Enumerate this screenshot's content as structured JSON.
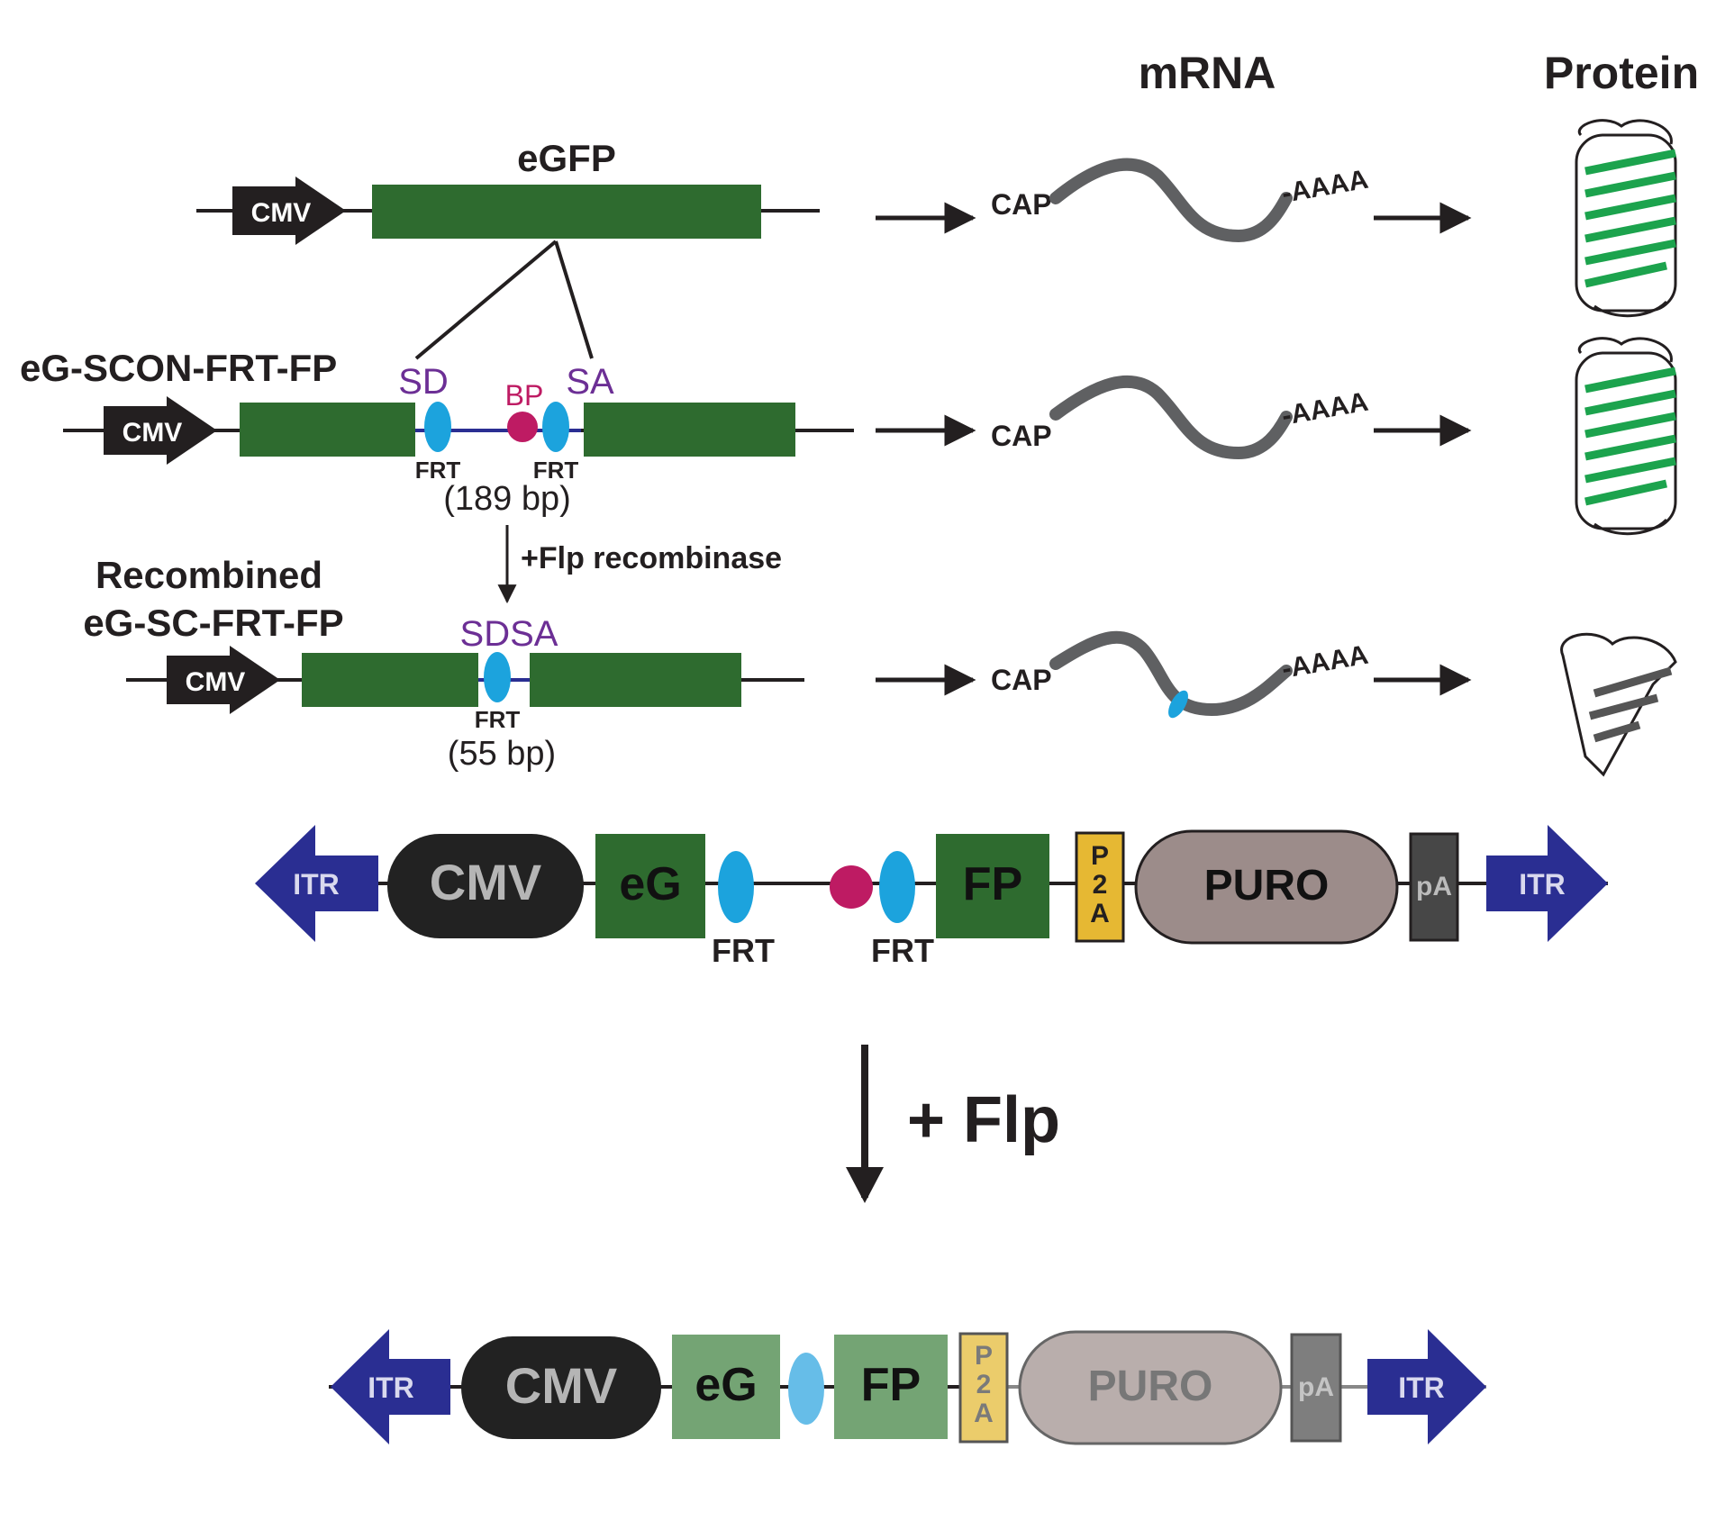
{
  "colors": {
    "gene_green": "#2e6b2f",
    "gene_green_light": "#74a474",
    "frt_blue": "#1ca3dd",
    "frt_blue_light": "#66bde8",
    "bp_magenta": "#be1b63",
    "splice_purple": "#6c2f95",
    "itr_navy": "#2a2e92",
    "cmv_black": "#222222",
    "p2a_yellow": "#e6b833",
    "puro_mauve": "#9c8c8a",
    "pa_gray": "#474747",
    "mrna_gray": "#5f6062"
  },
  "headers": {
    "mrna": "mRNA",
    "protein": "Protein"
  },
  "row1": {
    "gene_label": "eGFP",
    "promoter": "CMV",
    "cap": "CAP",
    "polya": "-AAAA"
  },
  "row2": {
    "construct_name": "eG-SCON-FRT-FP",
    "promoter": "CMV",
    "sd": "SD",
    "bp": "BP",
    "sa": "SA",
    "frt_left": "FRT",
    "frt_right": "FRT",
    "intron_size": "(189 bp)",
    "cap": "CAP",
    "polya": "-AAAA"
  },
  "flip_step": {
    "label": "+Flp recombinase"
  },
  "row3": {
    "name_line1": "Recombined",
    "name_line2": "eG-SC-FRT-FP",
    "promoter": "CMV",
    "sdsa": "SDSA",
    "frt": "FRT",
    "intron_size": "(55 bp)",
    "cap": "CAP",
    "polya": "-AAAA"
  },
  "vector_before": {
    "itr_left": "ITR",
    "cmv": "CMV",
    "eg": "eG",
    "frt_left": "FRT",
    "frt_right": "FRT",
    "fp": "FP",
    "p2a_1": "P",
    "p2a_2": "2",
    "p2a_3": "A",
    "puro": "PURO",
    "pa": "pA",
    "itr_right": "ITR"
  },
  "big_step": {
    "label": "+ Flp"
  },
  "vector_after": {
    "itr_left": "ITR",
    "cmv": "CMV",
    "eg": "eG",
    "fp": "FP",
    "p2a_1": "P",
    "p2a_2": "2",
    "p2a_3": "A",
    "puro": "PURO",
    "pa": "pA",
    "itr_right": "ITR"
  }
}
